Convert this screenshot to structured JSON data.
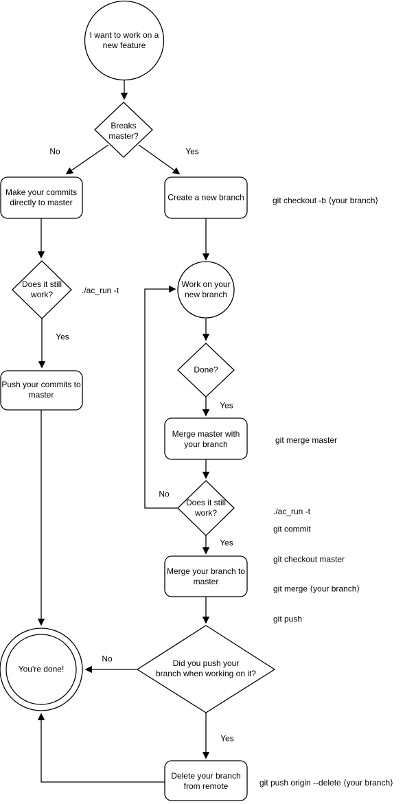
{
  "diagram": {
    "type": "flowchart",
    "subject": "git branching workflow",
    "background_color": "#ffffff",
    "stroke_color": "#000000",
    "text_color": "#000000",
    "nodes": {
      "start": {
        "shape": "circle",
        "label": "I want to work on a\nnew feature"
      },
      "breaks_master": {
        "shape": "diamond",
        "label": "Breaks\nmaster?"
      },
      "make_commits": {
        "shape": "rounded-rect",
        "label": "Make your commits\ndirectly to master"
      },
      "create_branch": {
        "shape": "rounded-rect",
        "label": "Create a new branch"
      },
      "still_work_left": {
        "shape": "diamond",
        "label": "Does it still\nwork?"
      },
      "push_commits": {
        "shape": "rounded-rect",
        "label": "Push your commits to\nmaster"
      },
      "work_branch": {
        "shape": "circle",
        "label": "Work on your\nnew branch"
      },
      "done": {
        "shape": "diamond",
        "label": "Done?"
      },
      "merge_master": {
        "shape": "rounded-rect",
        "label": "Merge master with\nyour branch"
      },
      "still_work_right": {
        "shape": "diamond",
        "label": "Does it still\nwork?"
      },
      "merge_branch": {
        "shape": "rounded-rect",
        "label": "Merge your branch to\nmaster"
      },
      "did_push": {
        "shape": "diamond",
        "label": "Did you push your\nbranch when working on it?"
      },
      "youre_done": {
        "shape": "double-circle",
        "label": "You're done!"
      },
      "delete_branch": {
        "shape": "rounded-rect",
        "label": "Delete your branch\nfrom remote"
      }
    },
    "edge_labels": {
      "breaks_no": "No",
      "breaks_yes": "Yes",
      "still_left_yes": "Yes",
      "done_yes": "Yes",
      "still_right_no": "No",
      "still_right_yes": "Yes",
      "did_push_no": "No",
      "did_push_yes": "Yes"
    },
    "annotations": {
      "checkout_branch": "git checkout -b ⟨your branch⟩",
      "ac_run_left": "./ac_run -t",
      "merge_master_cmd": "git merge master",
      "ac_run_right": "./ac_run -t",
      "merge_sequence": [
        "git commit",
        "git checkout master",
        "git merge ⟨your branch⟩",
        "git push"
      ],
      "delete_remote": "git push origin --delete ⟨your branch⟩"
    }
  }
}
